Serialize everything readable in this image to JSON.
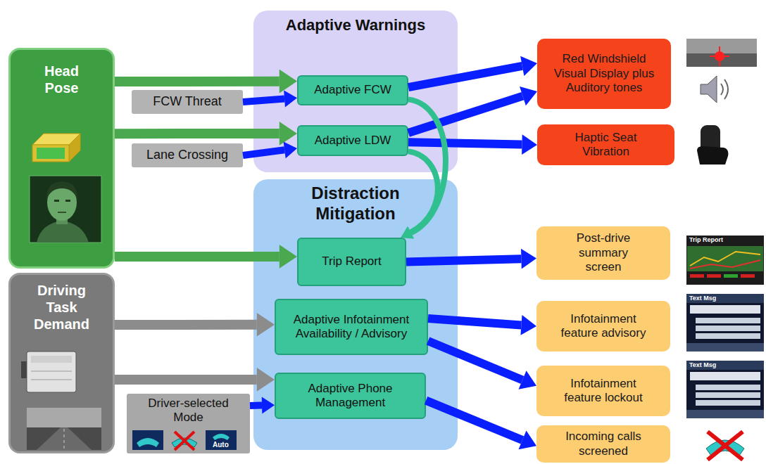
{
  "diagram": {
    "nodes": [
      {
        "text": [
          "Head Pose"
        ]
      },
      {
        "text": [
          "Adaptive Warnings"
        ]
      },
      {
        "text": [
          "FCW Threat"
        ]
      },
      {
        "text": [
          "Adaptive FCW"
        ],
        "in": 1
      },
      {
        "text": [
          "Lane Crossing"
        ]
      },
      {
        "text": [
          "Adaptive LDW"
        ],
        "in": 1
      },
      {
        "text": [
          "Red Windshield Visual Display plus Auditory tones"
        ]
      },
      {
        "text": [
          "Haptic Seat Vibration"
        ]
      },
      {
        "text": [
          "Distraction Mitigation"
        ]
      },
      {
        "text": [
          "Trip Report"
        ],
        "in": 8
      },
      {
        "text": [
          "Post-drive summary screen"
        ]
      },
      {
        "text": [
          "Driving Task Demand"
        ]
      },
      {
        "text": [
          "Adaptive Infotainment Availability / Advisory"
        ],
        "in": 8
      },
      {
        "text": [
          "Infotainment feature advisory"
        ]
      },
      {
        "text": [
          "Adaptive Phone Management"
        ],
        "in": 8
      },
      {
        "text": [
          "Driver-selected Mode"
        ]
      },
      {
        "text": [
          "Infotainment feature lockout"
        ]
      },
      {
        "text": [
          "Incoming calls screened"
        ]
      }
    ],
    "edges": [
      {
        "from": 0,
        "to": 3,
        "arrow": "to"
      },
      {
        "from": 2,
        "to": 3,
        "arrow": "to"
      },
      {
        "from": 0,
        "to": 5,
        "arrow": "to"
      },
      {
        "from": 4,
        "to": 5,
        "arrow": "to"
      },
      {
        "from": 3,
        "to": 6,
        "arrow": "to"
      },
      {
        "from": 5,
        "to": 6,
        "arrow": "to"
      },
      {
        "from": 5,
        "to": 7,
        "arrow": "to"
      },
      {
        "from": 3,
        "to": 9,
        "arrow": "to"
      },
      {
        "from": 5,
        "to": 9,
        "arrow": "to"
      },
      {
        "from": 0,
        "to": 9,
        "arrow": "to"
      },
      {
        "from": 9,
        "to": 10,
        "arrow": "to"
      },
      {
        "from": 11,
        "to": 12,
        "arrow": "to"
      },
      {
        "from": 11,
        "to": 14,
        "arrow": "to"
      },
      {
        "from": 15,
        "to": 14,
        "arrow": "to"
      },
      {
        "from": 12,
        "to": 13,
        "arrow": "to"
      },
      {
        "from": 12,
        "to": 16,
        "arrow": "to"
      },
      {
        "from": 14,
        "to": 17,
        "arrow": "to"
      }
    ],
    "labels": [
      "Trip Report",
      "Text Msg",
      "Text Msg",
      "Auto"
    ]
  }
}
